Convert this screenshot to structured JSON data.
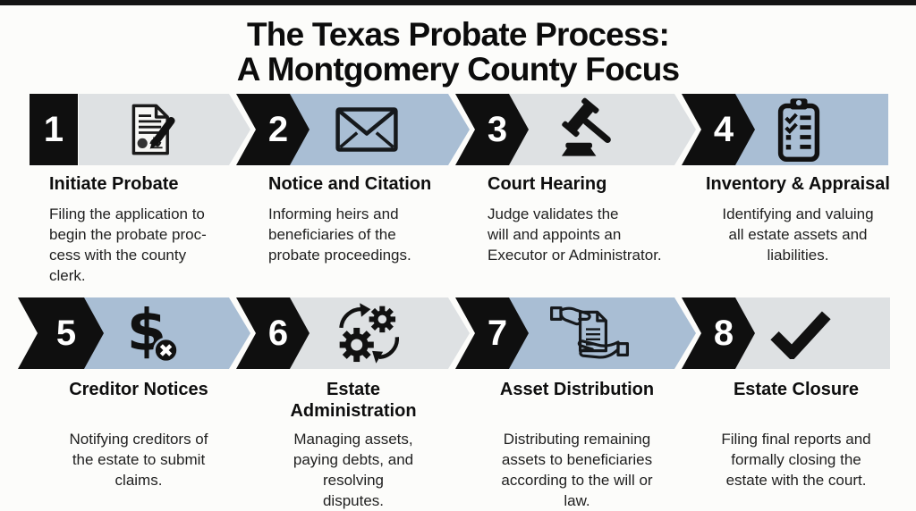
{
  "title": {
    "line1": "The Texas Probate Process:",
    "line2": "A Montgomery County Focus"
  },
  "colors": {
    "band_blue": "#a9bed4",
    "band_gray": "#dee1e3",
    "chevron_black": "#0f0f0f",
    "number_text": "#ffffff"
  },
  "steps": [
    {
      "number": "1",
      "title": "Initiate Probate",
      "description": "Filing the application to\nbegin the probate proc-\ncess with the county\nclerk.",
      "icon": "document-pen-icon",
      "band_color": "gray"
    },
    {
      "number": "2",
      "title": "Notice and Citation",
      "description": "Informing heirs and\nbeneficiaries of the\nprobate proceedings.",
      "icon": "envelope-icon",
      "band_color": "blue"
    },
    {
      "number": "3",
      "title": "Court Hearing",
      "description": "Judge validates the\nwill and appoints an\nExecutor or Administrator.",
      "icon": "gavel-icon",
      "band_color": "gray"
    },
    {
      "number": "4",
      "title": "Inventory & Appraisal",
      "description": "Identifying and valuing\nall estate assets and\nliabilities.",
      "icon": "clipboard-checklist-icon",
      "band_color": "blue"
    },
    {
      "number": "5",
      "title": "Creditor Notices",
      "description": "Notifying creditors of\nthe estate to submit\nclaims.",
      "icon": "dollar-cancel-icon",
      "band_color": "blue"
    },
    {
      "number": "6",
      "title": "Estate\nAdministration",
      "description": "Managing assets,\npaying debts, and\nresolving\ndisputes.",
      "icon": "gears-icon",
      "band_color": "gray"
    },
    {
      "number": "7",
      "title": "Asset Distribution",
      "description": "Distributing remaining\nassets to beneficiaries\naccording to the will or\nlaw.",
      "icon": "hand-document-icon",
      "band_color": "blue"
    },
    {
      "number": "8",
      "title": "Estate Closure",
      "description": "Filing final reports and\nformally closing the\nestate with the court.",
      "icon": "checkmark-icon",
      "band_color": "gray"
    }
  ]
}
